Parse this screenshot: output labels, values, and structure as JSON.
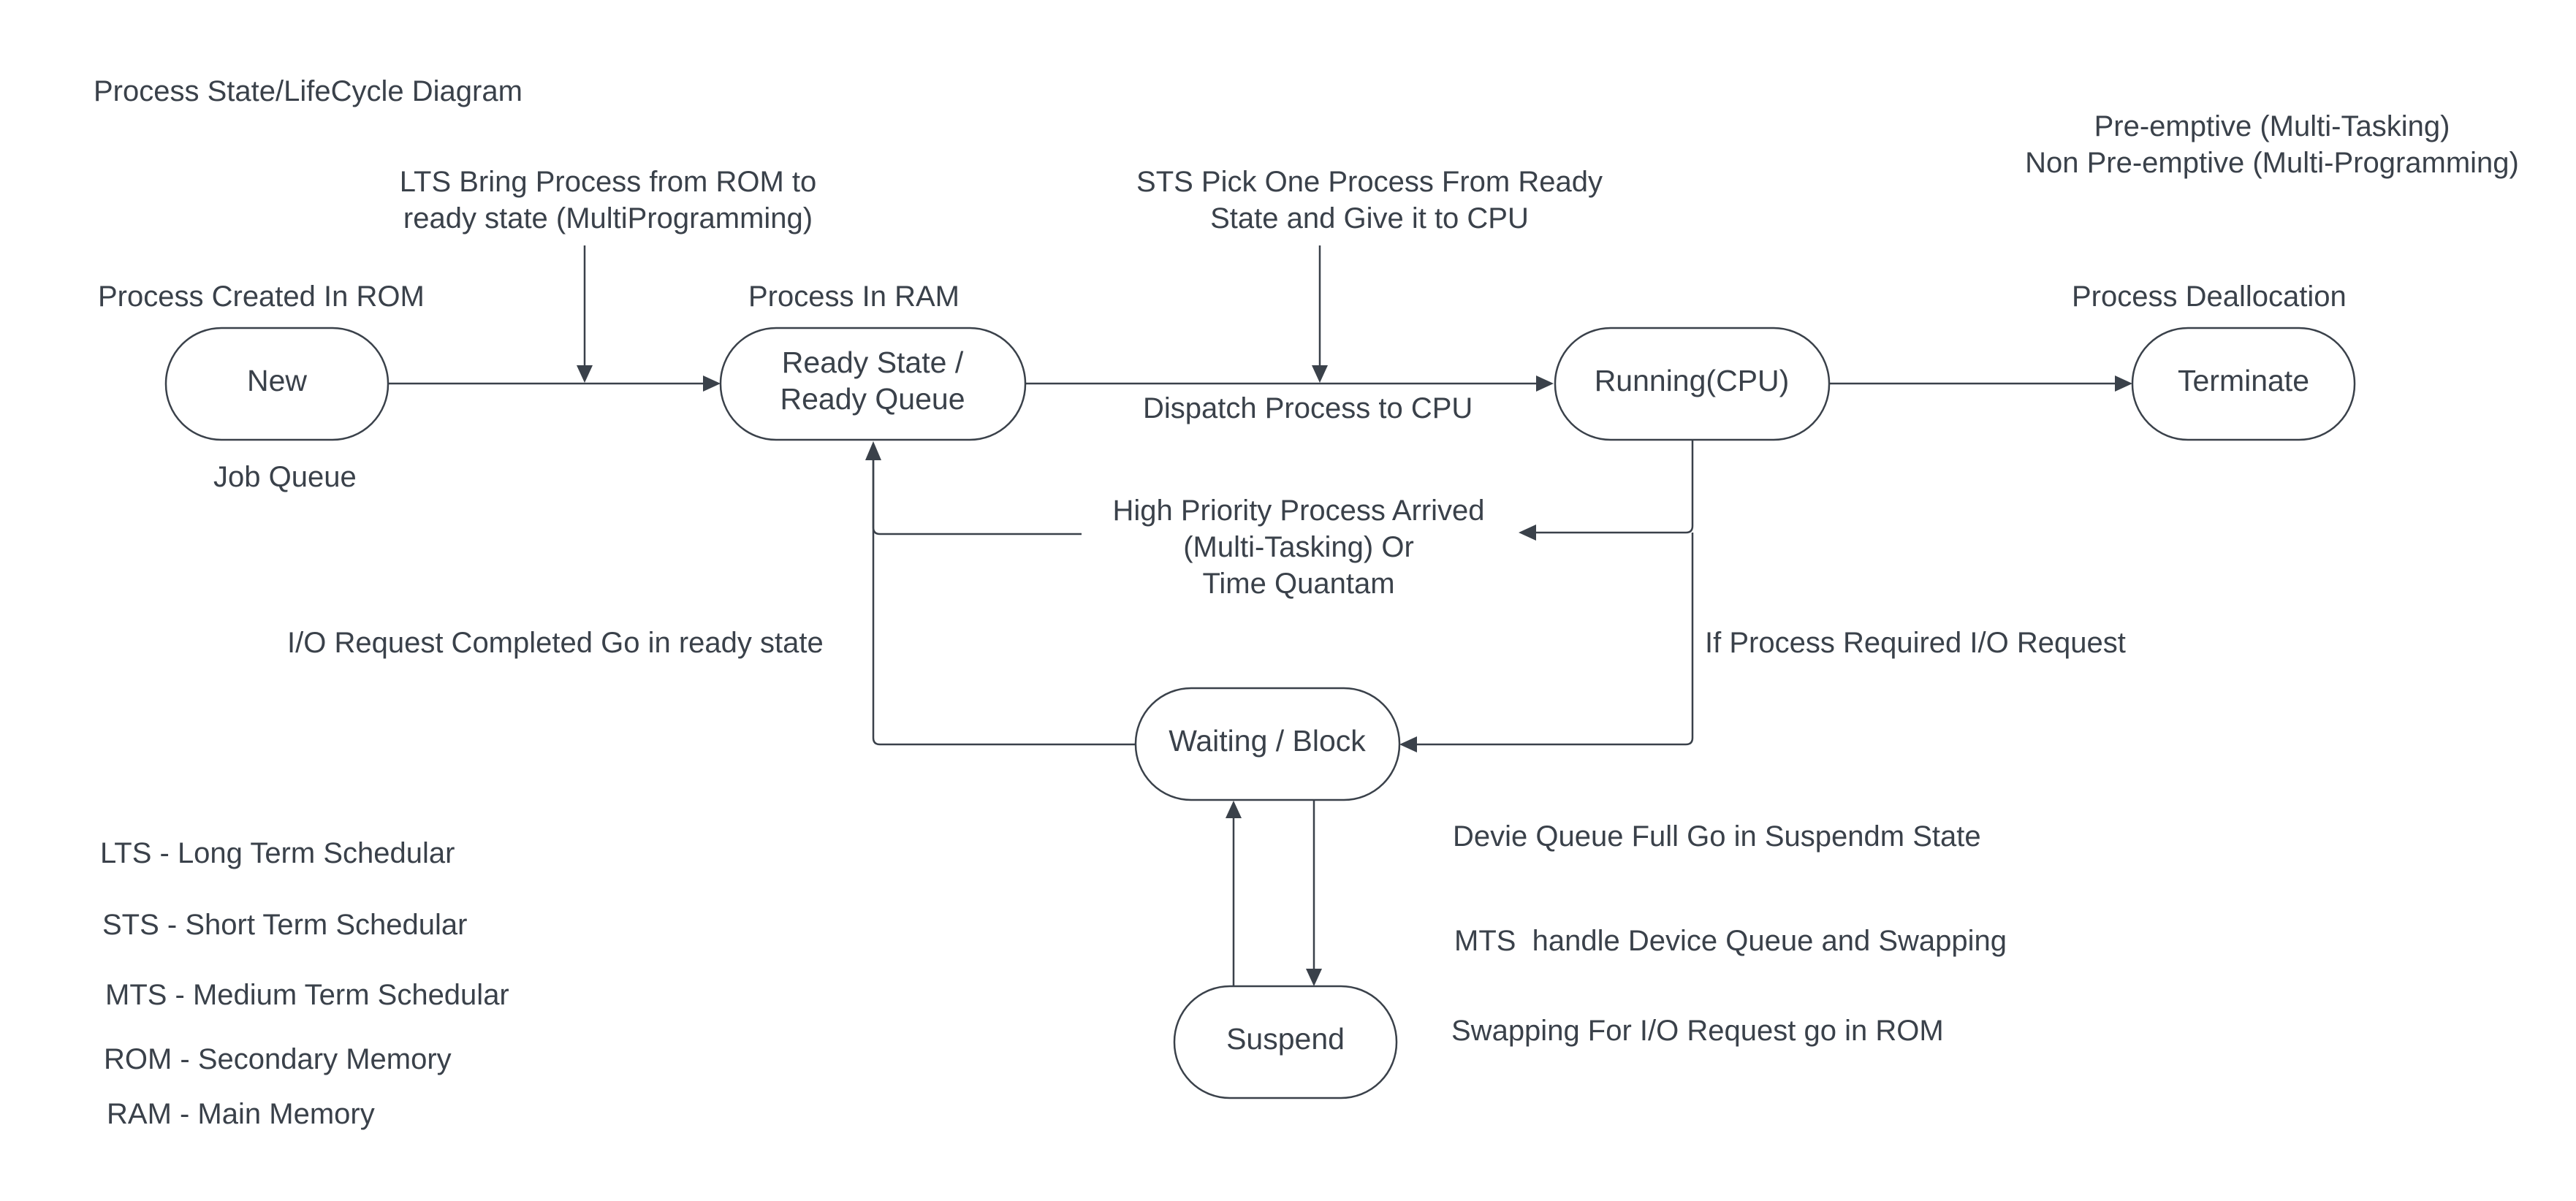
{
  "title": "Process State/LifeCycle Diagram",
  "nodes": {
    "new": "New",
    "ready": [
      "Ready State /",
      "Ready Queue"
    ],
    "running": "Running(CPU)",
    "terminate": "Terminate",
    "waiting": "Waiting / Block",
    "suspend": "Suspend"
  },
  "labels": {
    "process_created": "Process Created In ROM",
    "job_queue": "Job Queue",
    "lts_bring": [
      "LTS Bring Process from ROM to",
      "ready state (MultiProgramming)"
    ],
    "process_in_ram": "Process In RAM",
    "sts_pick": [
      "STS Pick One Process From Ready",
      "State and Give it to CPU"
    ],
    "dispatch": "Dispatch Process to CPU",
    "preemptive": [
      "Pre-emptive (Multi-Tasking)",
      "Non Pre-emptive (Multi-Programming)"
    ],
    "deallocation": "Process Deallocation",
    "high_priority": [
      "High Priority Process Arrived",
      "(Multi-Tasking) Or",
      "Time Quantam"
    ],
    "io_completed": "I/O Request Completed Go in ready state",
    "io_required": "If Process Required I/O Request",
    "device_queue_full": "Devie Queue Full Go in Suspendm State",
    "mts_handle": "MTS  handle Device Queue and Swapping",
    "swapping": "Swapping For I/O Request go in ROM"
  },
  "legend": [
    "LTS - Long Term Schedular",
    "STS - Short Term Schedular",
    "MTS - Medium Term Schedular",
    "ROM - Secondary Memory",
    "RAM - Main Memory"
  ]
}
